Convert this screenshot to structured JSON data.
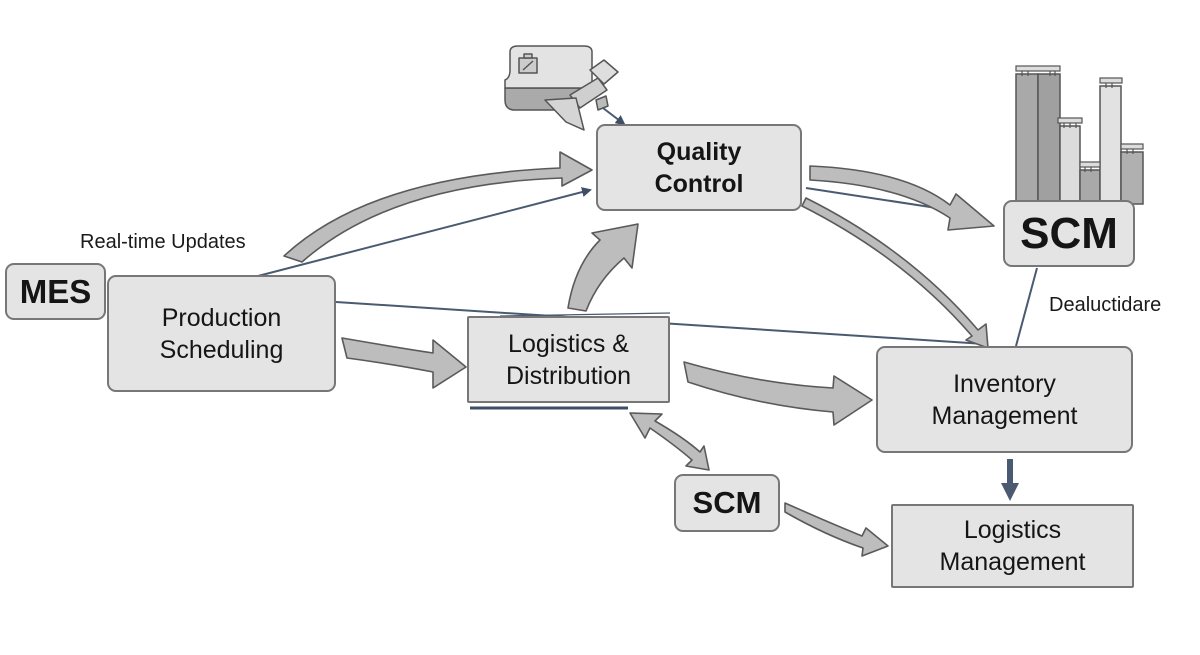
{
  "diagram": {
    "nodes": {
      "mes": {
        "label": "MES"
      },
      "production": {
        "label": "Production\nScheduling"
      },
      "quality": {
        "label": "Quality\nControl"
      },
      "scm_top": {
        "label": "SCM"
      },
      "logistics_dist": {
        "label": "Logistics &\nDistribution"
      },
      "inventory": {
        "label": "Inventory\nManagement"
      },
      "scm_bottom": {
        "label": "SCM"
      },
      "logistics_mgmt": {
        "label": "Logistics\nManagement"
      }
    },
    "labels": {
      "realtime": "Real-time Updates",
      "dealuctidare": "Dealuctidare"
    },
    "icons": {
      "inspection_camera": "inspection-camera-icon",
      "factory_buildings": "factory-buildings-icon"
    },
    "edges": [
      {
        "from": "production",
        "to": "quality",
        "style": "block-arrow"
      },
      {
        "from": "production",
        "to": "quality",
        "style": "thin-arrow"
      },
      {
        "from": "camera",
        "to": "quality",
        "style": "thin-arrow"
      },
      {
        "from": "logistics_dist",
        "to": "quality",
        "style": "block-arrow"
      },
      {
        "from": "quality",
        "to": "scm_top",
        "style": "block-arrow"
      },
      {
        "from": "quality",
        "to": "inventory",
        "style": "block-arrow"
      },
      {
        "from": "production",
        "to": "inventory",
        "style": "line"
      },
      {
        "from": "production",
        "to": "logistics_dist",
        "style": "block-arrow"
      },
      {
        "from": "logistics_dist",
        "to": "inventory",
        "style": "block-arrow"
      },
      {
        "from": "logistics_dist",
        "to": "scm_bottom",
        "style": "double-arrow"
      },
      {
        "from": "scm_bottom",
        "to": "logistics_mgmt",
        "style": "block-arrow"
      },
      {
        "from": "inventory",
        "to": "logistics_mgmt",
        "style": "thin-arrow"
      },
      {
        "from": "scm_top",
        "to": "inventory",
        "style": "line"
      }
    ],
    "colors": {
      "node_fill": "#e4e4e4",
      "node_border": "#777777",
      "block_arrow_fill": "#bdbdbd",
      "thin_line": "#4a5a70"
    }
  }
}
